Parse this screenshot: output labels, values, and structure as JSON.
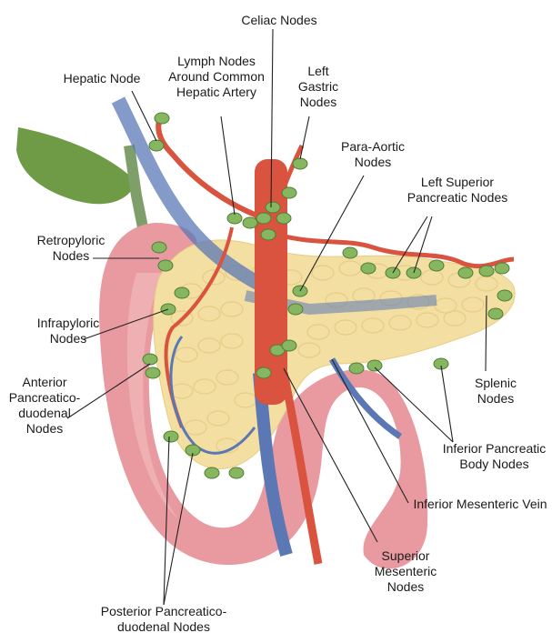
{
  "labels": {
    "celiac": "Celiac Nodes",
    "hepatic": "Hepatic Node",
    "lymph_common_hepatic": "Lymph Nodes\nAround Common\nHepatic Artery",
    "left_gastric": "Left\nGastric\nNodes",
    "para_aortic": "Para-Aortic\nNodes",
    "left_superior_pancreatic": "Left Superior\nPancreatic Nodes",
    "retropyloric": "Retropyloric\nNodes",
    "infrapyloric": "Infrapyloric\nNodes",
    "anterior_pd": "Anterior\nPancreatico-\nduodenal\nNodes",
    "splenic": "Splenic\nNodes",
    "inferior_pancreatic_body": "Inferior Pancreatic\nBody Nodes",
    "inferior_mesenteric_vein": "Inferior Mesenteric Vein",
    "superior_mesenteric": "Superior\nMesenteric\nNodes",
    "posterior_pd": "Posterior Pancreatico-\nduodenal Nodes"
  },
  "colors": {
    "duodenum": "#e89aa0",
    "duodenum_inner": "#f4c0c2",
    "pancreas": "#f3dfa2",
    "pancreas_lobule": "#e7cc85",
    "artery": "#d9533f",
    "vein": "#5b78b5",
    "node": "#86b65f",
    "node_edge": "#4f7d35",
    "gallbladder": "#6f9a46",
    "bile_duct": "#7f9f6a",
    "leader": "#222222"
  }
}
